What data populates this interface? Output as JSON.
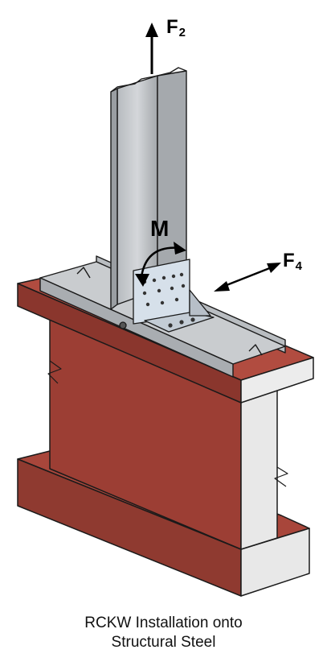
{
  "labels": {
    "f2": {
      "letter": "F",
      "sub": "2"
    },
    "f4": {
      "letter": "F",
      "sub": "4"
    },
    "moment": "M"
  },
  "caption": {
    "line1": "RCKW Installation onto",
    "line2": "Structural Steel"
  },
  "colors": {
    "steel_beam": "#9c3e34",
    "steel_beam_edge": "#5c1f19",
    "galvanized": "#c9cccf",
    "galvanized_shade": "#a9adb1",
    "outline": "#1a1a1a"
  }
}
